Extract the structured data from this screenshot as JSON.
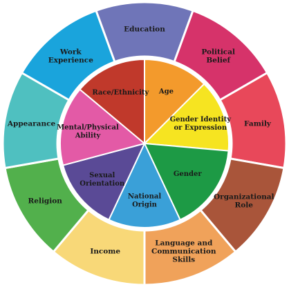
{
  "outer_ring": [
    {
      "label": "Education",
      "color": "#6f75b8"
    },
    {
      "label": "Political Belief",
      "color": "#d6336a"
    },
    {
      "label": "Family",
      "color": "#e8485a"
    },
    {
      "label": "Organizational Role",
      "color": "#a9553a"
    },
    {
      "label": "Language and Communication Skills",
      "color": "#f0a25a"
    },
    {
      "label": "Income",
      "color": "#f8d878"
    },
    {
      "label": "Religion",
      "color": "#52b04c"
    },
    {
      "label": "Appearance",
      "color": "#4fc0c0"
    },
    {
      "label": "Work Experience",
      "color": "#1aa4dc"
    }
  ],
  "inner_ring": [
    {
      "label": "Age",
      "color": "#f39a2c"
    },
    {
      "label": "Gender Identity or Expression",
      "color": "#f6e421"
    },
    {
      "label": "Gender",
      "color": "#1d9a45"
    },
    {
      "label": "National Origin",
      "color": "#3aa0d8"
    },
    {
      "label": "Sexual Orientation",
      "color": "#5a4a96"
    },
    {
      "label": "Mental/Physical Ability",
      "color": "#e35aa6"
    },
    {
      "label": "Race/Ethnicity",
      "color": "#c0392b"
    }
  ]
}
